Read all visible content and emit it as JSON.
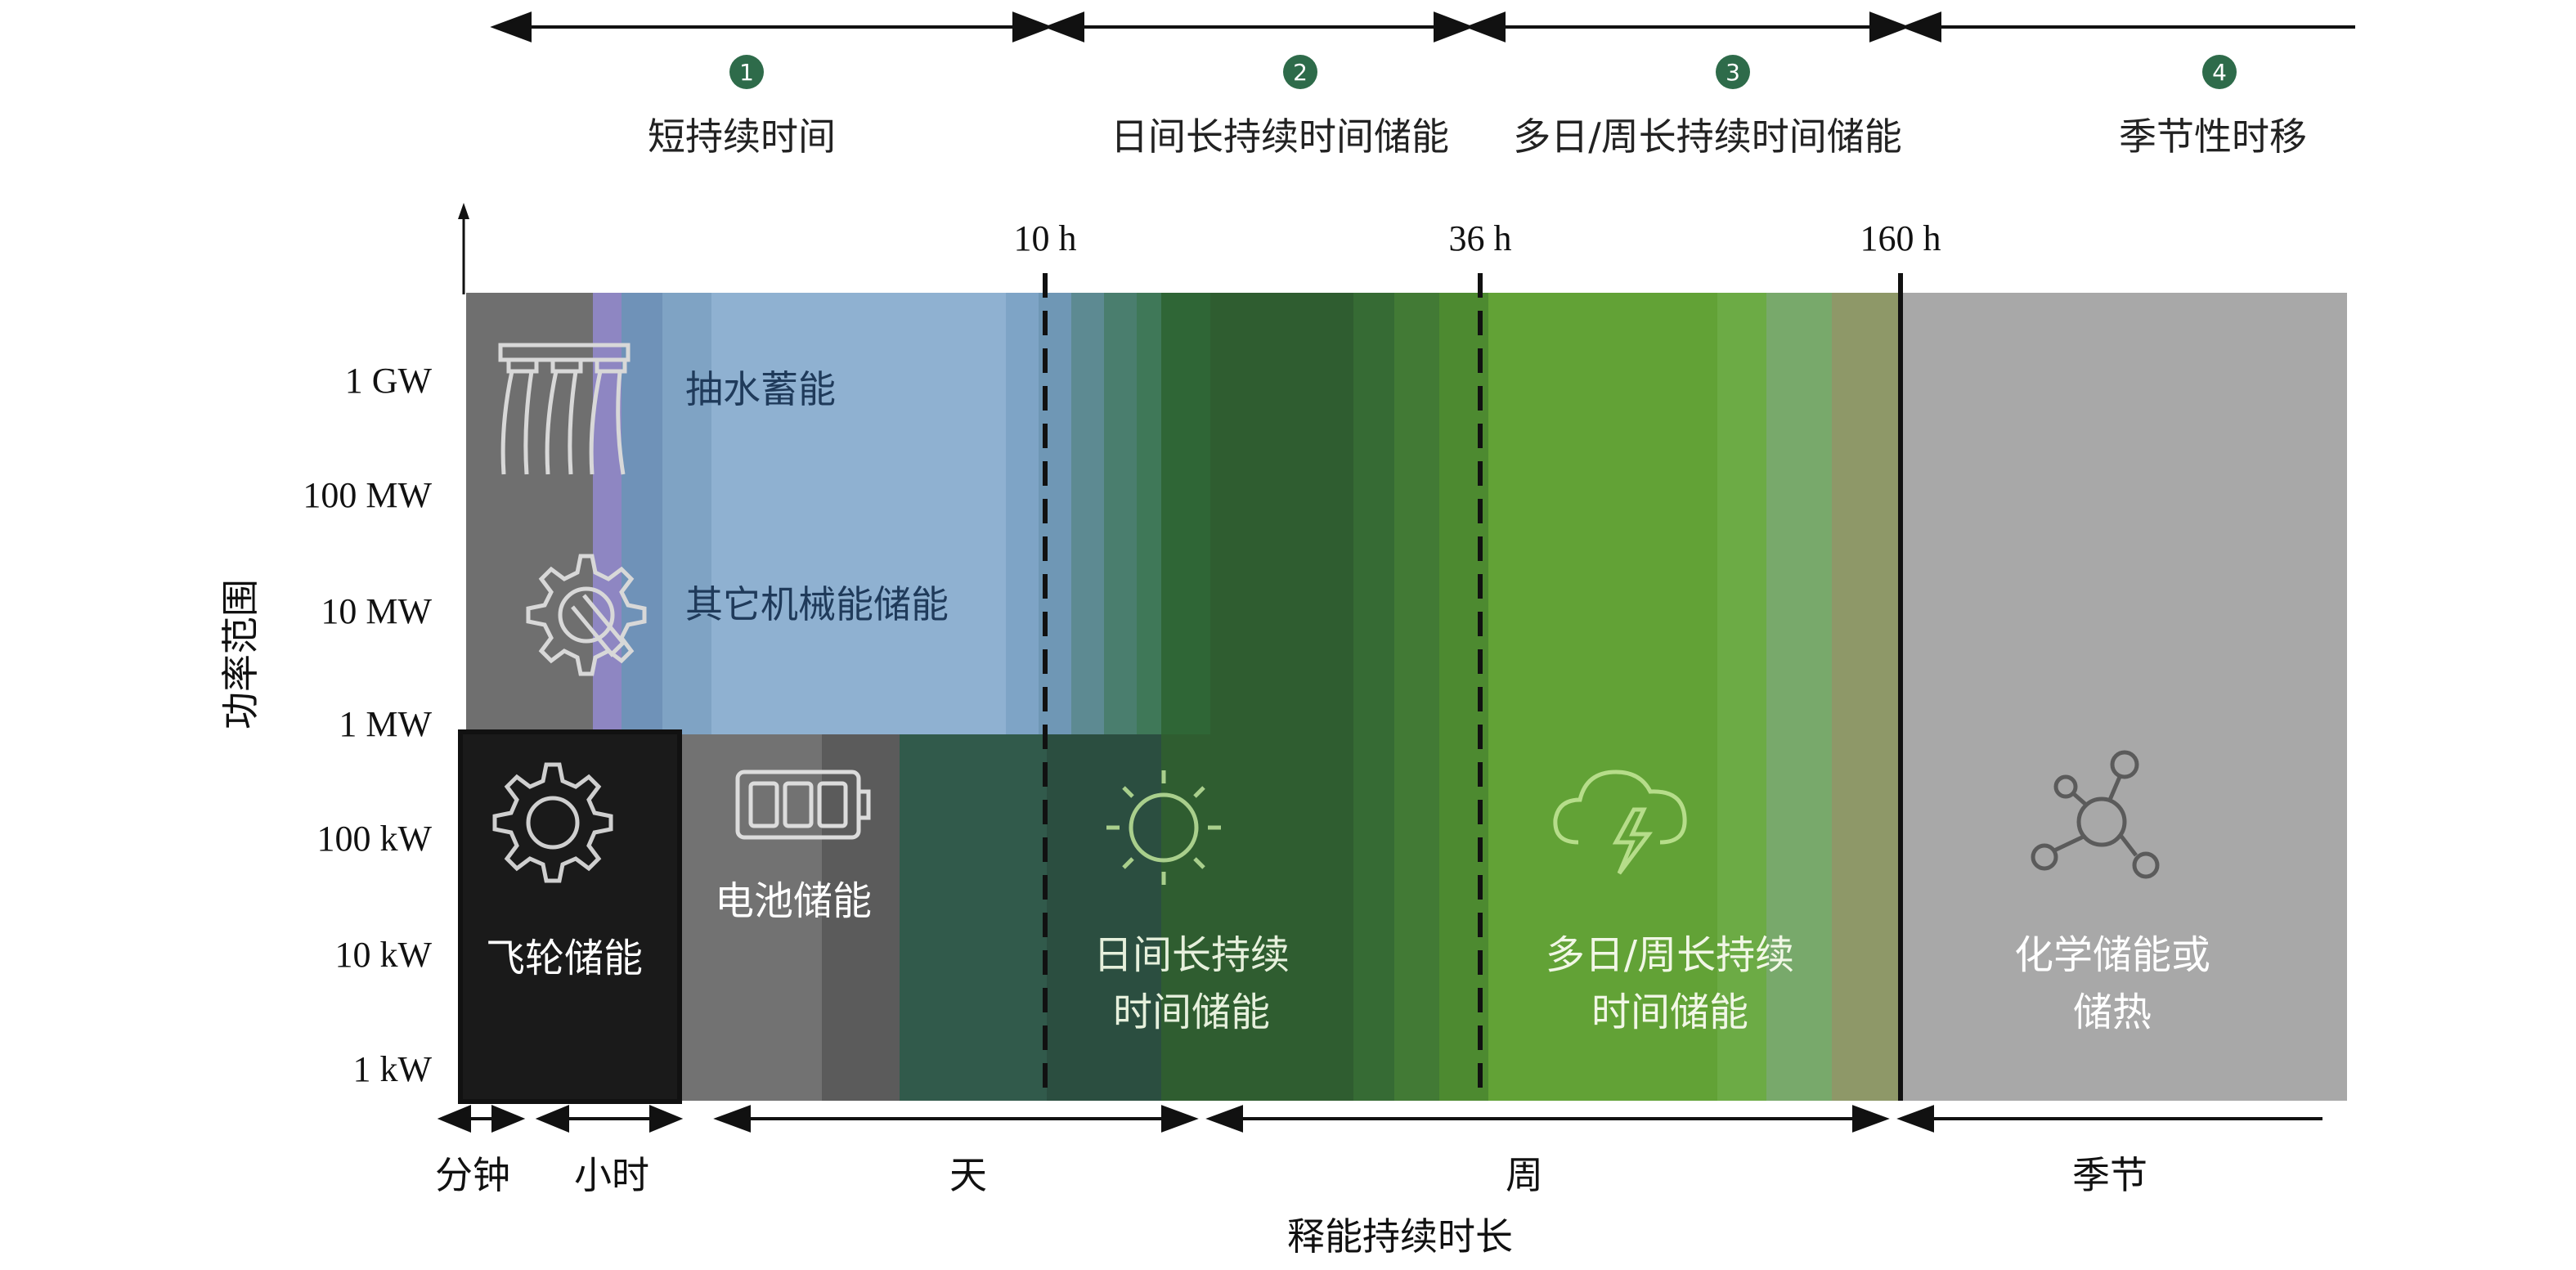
{
  "categories": [
    {
      "number": "1",
      "label": "短持续时间"
    },
    {
      "number": "2",
      "label": "日间长持续时间储能"
    },
    {
      "number": "3",
      "label": "多日/周长持续时间储能"
    },
    {
      "number": "4",
      "label": "季节性时移"
    }
  ],
  "duration_markers": [
    "10 h",
    "36 h",
    "160 h"
  ],
  "y_axis": {
    "title": "功率范围",
    "ticks": [
      "1 GW",
      "100 MW",
      "10 MW",
      "1 MW",
      "100 kW",
      "10 kW",
      "1 kW"
    ]
  },
  "technologies": {
    "pumped_hydro": "抽水蓄能",
    "other_mechanical": "其它机械能储能",
    "flywheel": "飞轮储能",
    "battery": "电池储能",
    "daily_long_line1": "日间长持续",
    "daily_long_line2": "时间储能",
    "multiday_line1": "多日/周长持续",
    "multiday_line2": "时间储能",
    "chemical_line1": "化学储能或",
    "chemical_line2": "储热"
  },
  "x_axis": {
    "title": "释能持续时长",
    "ranges": [
      "分钟",
      "小时",
      "天",
      "周",
      "季节"
    ]
  },
  "icons": [
    "turbine-icon",
    "gear-wrench-icon",
    "gear-icon",
    "battery-icon",
    "sun-icon",
    "storm-cloud-icon",
    "molecule-icon"
  ],
  "colors": {
    "category_badge": "#2e6b4a",
    "pumped_hydro_band": "#8fb1d1",
    "flywheel_block": "#1a1a1a",
    "daily_band": "#2f5d30",
    "multiday_band": "#62a236",
    "seasonal_band": "#a8a8a8"
  }
}
